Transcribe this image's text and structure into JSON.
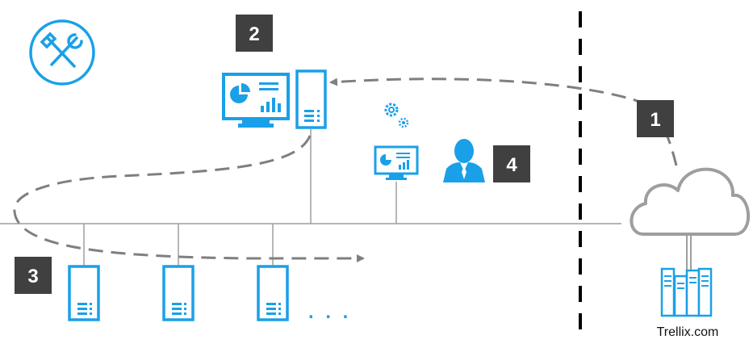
{
  "steps": {
    "s1": "1",
    "s2": "2",
    "s3": "3",
    "s4": "4"
  },
  "cloud_label": "Trellix.com",
  "more_indicator": ". . .",
  "colors": {
    "accent": "#1aa0e8",
    "badge": "#404040",
    "line": "#9e9e9e",
    "dashed_flow": "#7f7f7f",
    "divider": "#000000"
  },
  "icons": {
    "tools": "tools-icon",
    "management_console": "monitor-dashboard-icon",
    "management_server": "server-icon",
    "settings": "gears-icon",
    "admin_console": "monitor-dashboard-icon",
    "administrator": "user-icon",
    "endpoints": "server-icon",
    "cloud": "cloud-icon",
    "datacenter": "datacenter-icon"
  }
}
